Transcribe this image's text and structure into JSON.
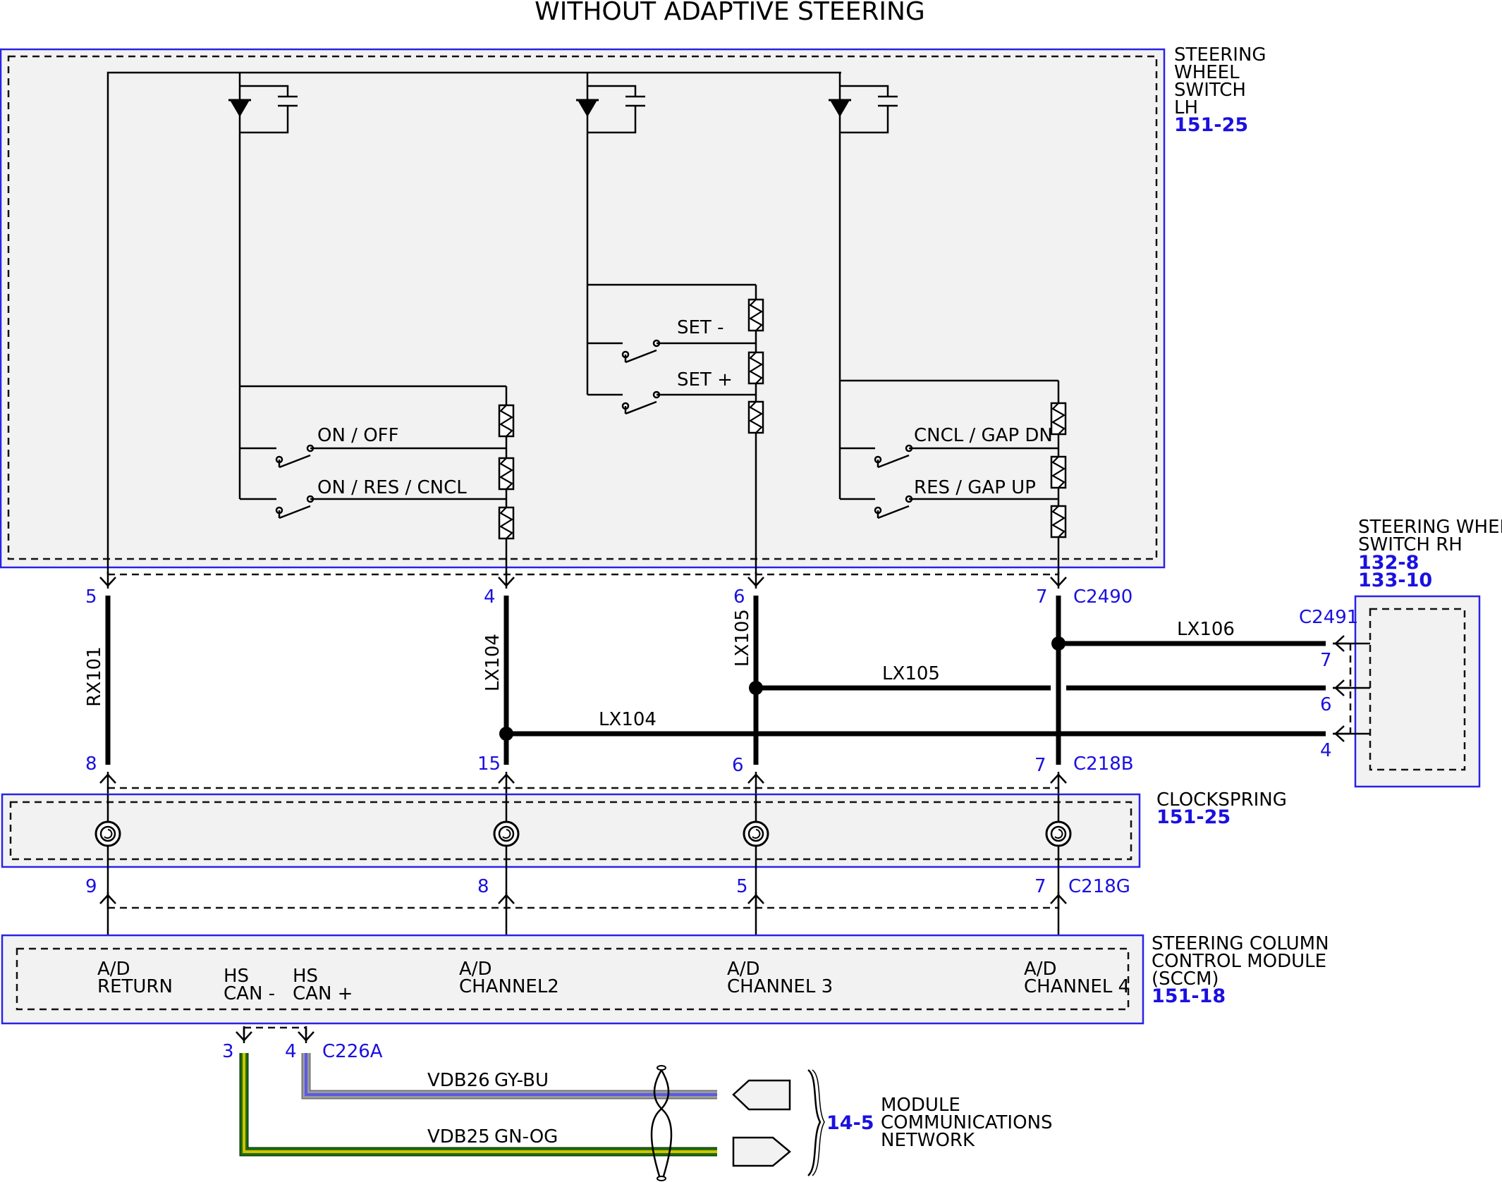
{
  "title": "WITHOUT ADAPTIVE STEERING",
  "components": {
    "swlh": {
      "lines": [
        "STEERING",
        "WHEEL",
        "SWITCH",
        "LH"
      ],
      "ref": "151-25"
    },
    "swrh": {
      "lines": [
        "STEERING WHEEL",
        "SWITCH RH"
      ],
      "refs": [
        "132-8",
        "133-10"
      ]
    },
    "clockspring": {
      "name": "CLOCKSPRING",
      "ref": "151-25"
    },
    "sccm": {
      "lines": [
        "STEERING COLUMN",
        "CONTROL MODULE",
        "(SCCM)"
      ],
      "ref": "151-18"
    },
    "network": {
      "lines": [
        "MODULE",
        "COMMUNICATIONS",
        "NETWORK"
      ],
      "ref": "14-5"
    }
  },
  "switches": {
    "on_off": "ON / OFF",
    "on_res_cncl": "ON / RES / CNCL",
    "set_minus": "SET -",
    "set_plus": "SET +",
    "cncl_gap_dn": "CNCL / GAP DN",
    "res_gap_up": "RES / GAP UP"
  },
  "connectors": {
    "c2490": {
      "name": "C2490",
      "pins": [
        "5",
        "4",
        "6",
        "7"
      ]
    },
    "c218b": {
      "name": "C218B",
      "pins": [
        "8",
        "15",
        "6",
        "7"
      ]
    },
    "c218g": {
      "name": "C218G",
      "pins": [
        "9",
        "8",
        "5",
        "7"
      ]
    },
    "c2491": {
      "name": "C2491",
      "pins": [
        "7",
        "6",
        "4"
      ]
    },
    "c226a": {
      "name": "C226A",
      "pins": [
        "3",
        "4"
      ]
    }
  },
  "wires": {
    "rx101": "RX101",
    "lx104": "LX104",
    "lx105": "LX105",
    "lx106": "LX106",
    "vdb26": "VDB26",
    "vdb26_color": "GY-BU",
    "vdb25": "VDB25",
    "vdb25_color": "GN-OG"
  },
  "sccm_pins": {
    "ad_return": [
      "A/D",
      "RETURN"
    ],
    "hs_can_minus": [
      "HS",
      "CAN -"
    ],
    "hs_can_plus": [
      "HS",
      "CAN +"
    ],
    "ad_channel2": [
      "A/D",
      "CHANNEL2"
    ],
    "ad_channel3": [
      "A/D",
      "CHANNEL 3"
    ],
    "ad_channel4": [
      "A/D",
      "CHANNEL 4"
    ]
  },
  "colors": {
    "box_outline": "#2a22e6",
    "ref_text": "#1a10e0",
    "box_fill": "#f2f2f2",
    "wire_gy_bu_gray": "#9a9a9a",
    "wire_gy_bu_blue": "#5a5ae6",
    "wire_gn_og_green": "#1f6e10",
    "wire_gn_og_orange": "#d4c200"
  }
}
